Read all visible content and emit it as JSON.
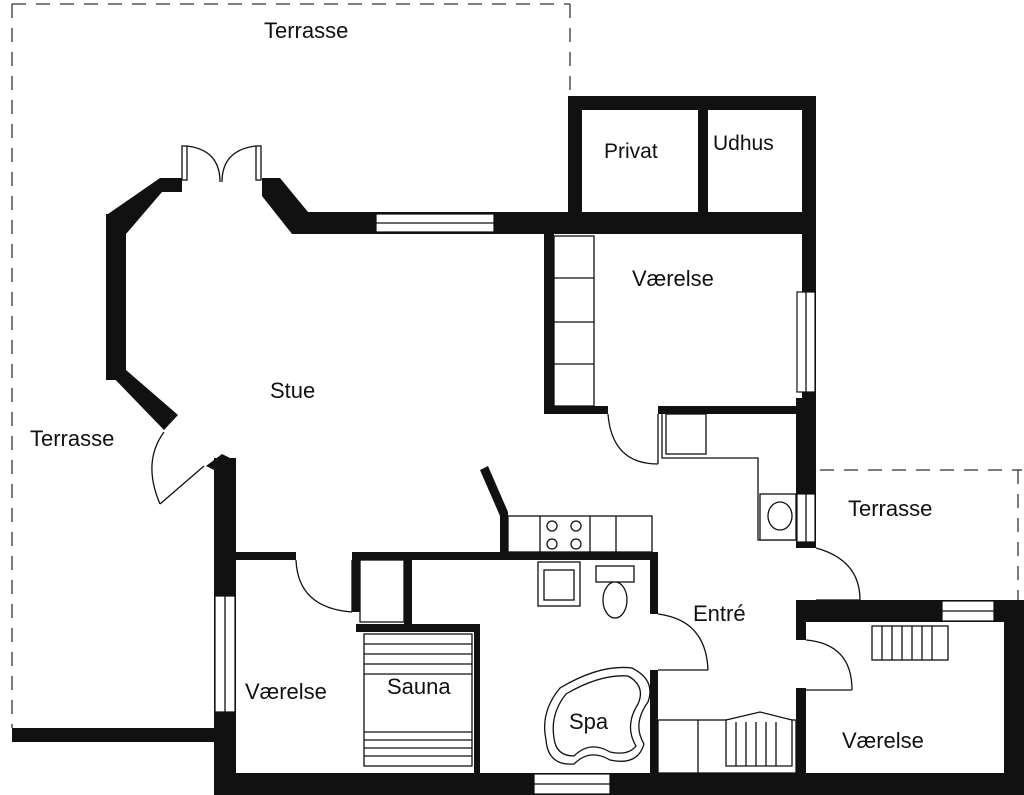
{
  "rooms": {
    "terrasse_top": "Terrasse",
    "terrasse_left": "Terrasse",
    "terrasse_right": "Terrasse",
    "privat": "Privat",
    "udhus": "Udhus",
    "vaerelse_top": "Værelse",
    "stue": "Stue",
    "entre": "Entré",
    "vaerelse_left": "Værelse",
    "sauna": "Sauna",
    "spa": "Spa",
    "vaerelse_right": "Værelse"
  }
}
